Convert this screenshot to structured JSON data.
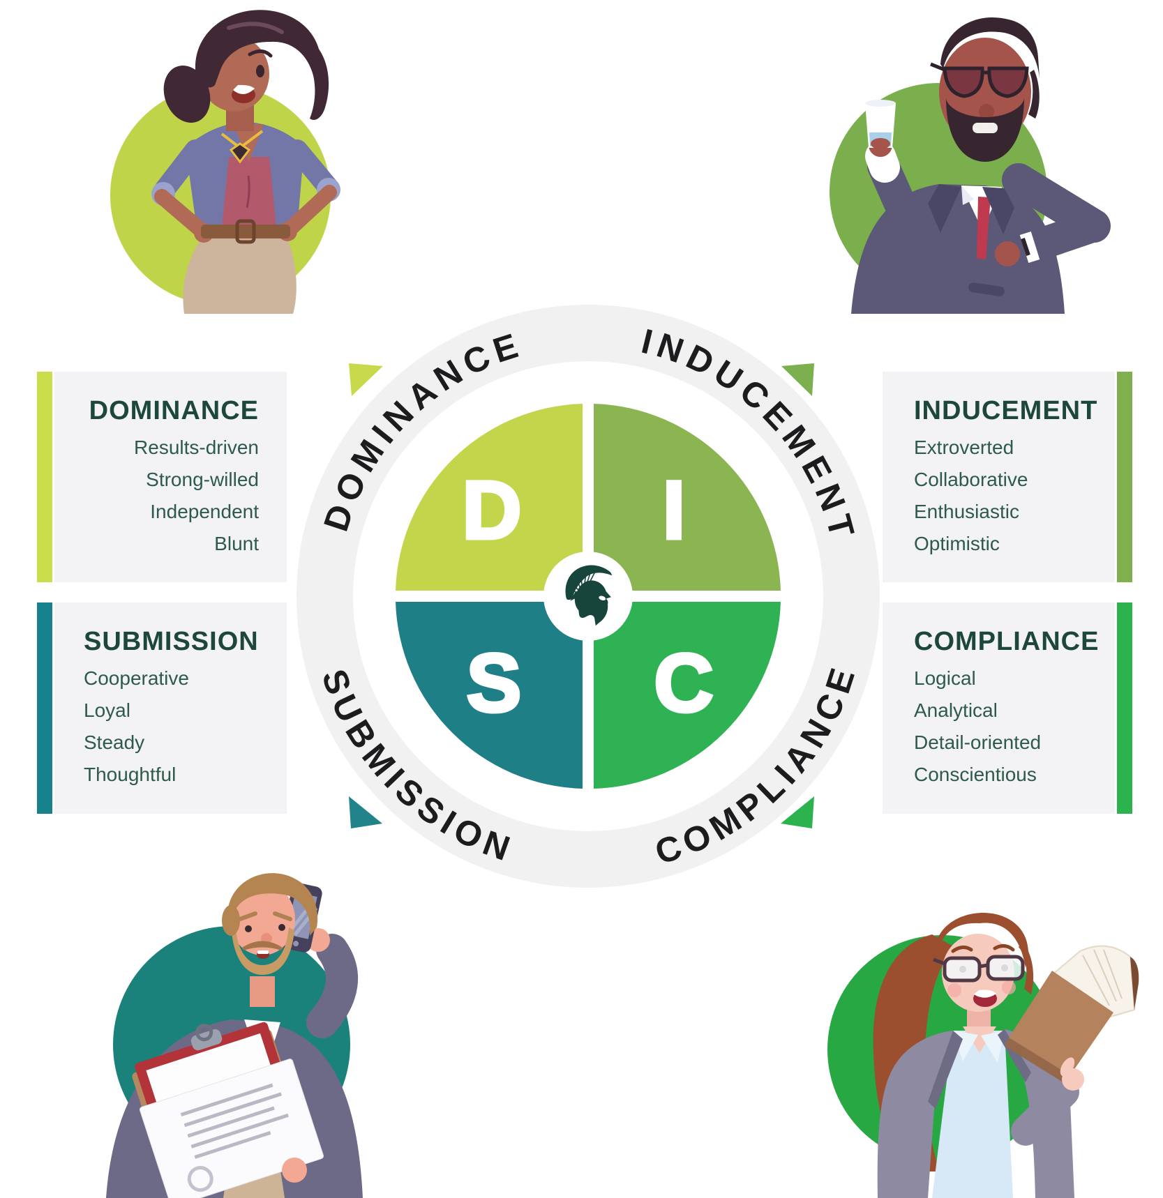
{
  "diagram": {
    "ring_labels": [
      "DOMINANCE",
      "INDUCEMENT",
      "SUBMISSION",
      "COMPLIANCE"
    ],
    "quadrants": [
      {
        "letter": "D",
        "name": "Dominance",
        "color": "#c3d54a"
      },
      {
        "letter": "I",
        "name": "Inducement",
        "color": "#8ab550"
      },
      {
        "letter": "S",
        "name": "Submission",
        "color": "#1e7f87"
      },
      {
        "letter": "C",
        "name": "Compliance",
        "color": "#2fb254"
      }
    ],
    "center_logo": "spartan-helmet",
    "logo_color": "#18453b",
    "ring_color": "#f1f1f2",
    "letter_color": "#ffffff"
  },
  "panels": [
    {
      "title": "DOMINANCE",
      "traits": [
        "Results-driven",
        "Strong-willed",
        "Independent",
        "Blunt"
      ],
      "accent": "#cadd4a"
    },
    {
      "title": "INDUCEMENT",
      "traits": [
        "Extroverted",
        "Collaborative",
        "Enthusiastic",
        "Optimistic"
      ],
      "accent": "#7fb04d"
    },
    {
      "title": "SUBMISSION",
      "traits": [
        "Cooperative",
        "Loyal",
        "Steady",
        "Thoughtful"
      ],
      "accent": "#17828c"
    },
    {
      "title": "COMPLIANCE",
      "traits": [
        "Logical",
        "Analytical",
        "Detail-oriented",
        "Conscientious"
      ],
      "accent": "#2db34d"
    }
  ],
  "corner_triangles": [
    "#c8da4b",
    "#7cb04e",
    "#22838a",
    "#2db34d"
  ],
  "characters": [
    {
      "id": "businesswoman-hands-on-hips",
      "circle_color": "#bfd449"
    },
    {
      "id": "businessman-with-drink-and-watch",
      "circle_color": "#7baf4d"
    },
    {
      "id": "businessman-on-phone-with-documents",
      "circle_color": "#1b817b"
    },
    {
      "id": "businesswoman-reading-book",
      "circle_color": "#27a842"
    }
  ],
  "theme": {
    "background": "#ffffff",
    "panel_bg": "#f3f3f5",
    "heading_color": "#1d473b",
    "trait_color": "#2d5a4b",
    "curved_label_color": "#1c1c1e"
  }
}
